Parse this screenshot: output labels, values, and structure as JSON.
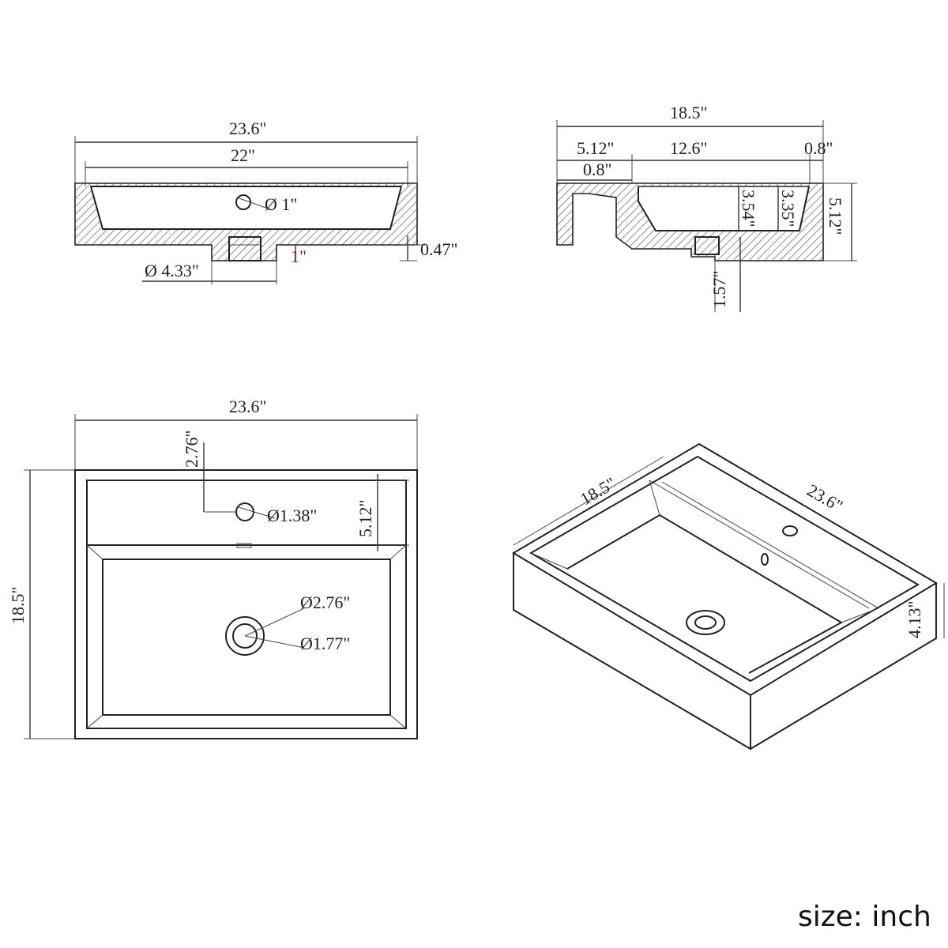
{
  "front_view": {
    "overall_width": "23.6\"",
    "inner_width": "22\"",
    "faucet_hole": "Ø 1\"",
    "drain_diameter": "Ø 4.33\"",
    "drain_depth": "1\"",
    "base_thickness": "0.47\""
  },
  "side_view": {
    "overall_depth": "18.5\"",
    "deck_depth": "5.12\"",
    "basin_depth": "12.6\"",
    "rim_right": "0.8\"",
    "rim_left": "0.8\"",
    "height_inner_a": "3.54\"",
    "height_inner_b": "3.35\"",
    "overall_height": "5.12\"",
    "drain_height": "1.57\""
  },
  "top_view": {
    "overall_width": "23.6\"",
    "overall_depth": "18.5\"",
    "faucet_offset": "2.76\"",
    "faucet_hole": "Ø1.38\"",
    "deck_depth": "5.12\"",
    "drain_outer": "Ø2.76\"",
    "drain_inner": "Ø1.77\""
  },
  "iso_view": {
    "depth": "18.5\"",
    "width": "23.6\"",
    "height": "4.13\""
  },
  "units_label": "size: inch"
}
